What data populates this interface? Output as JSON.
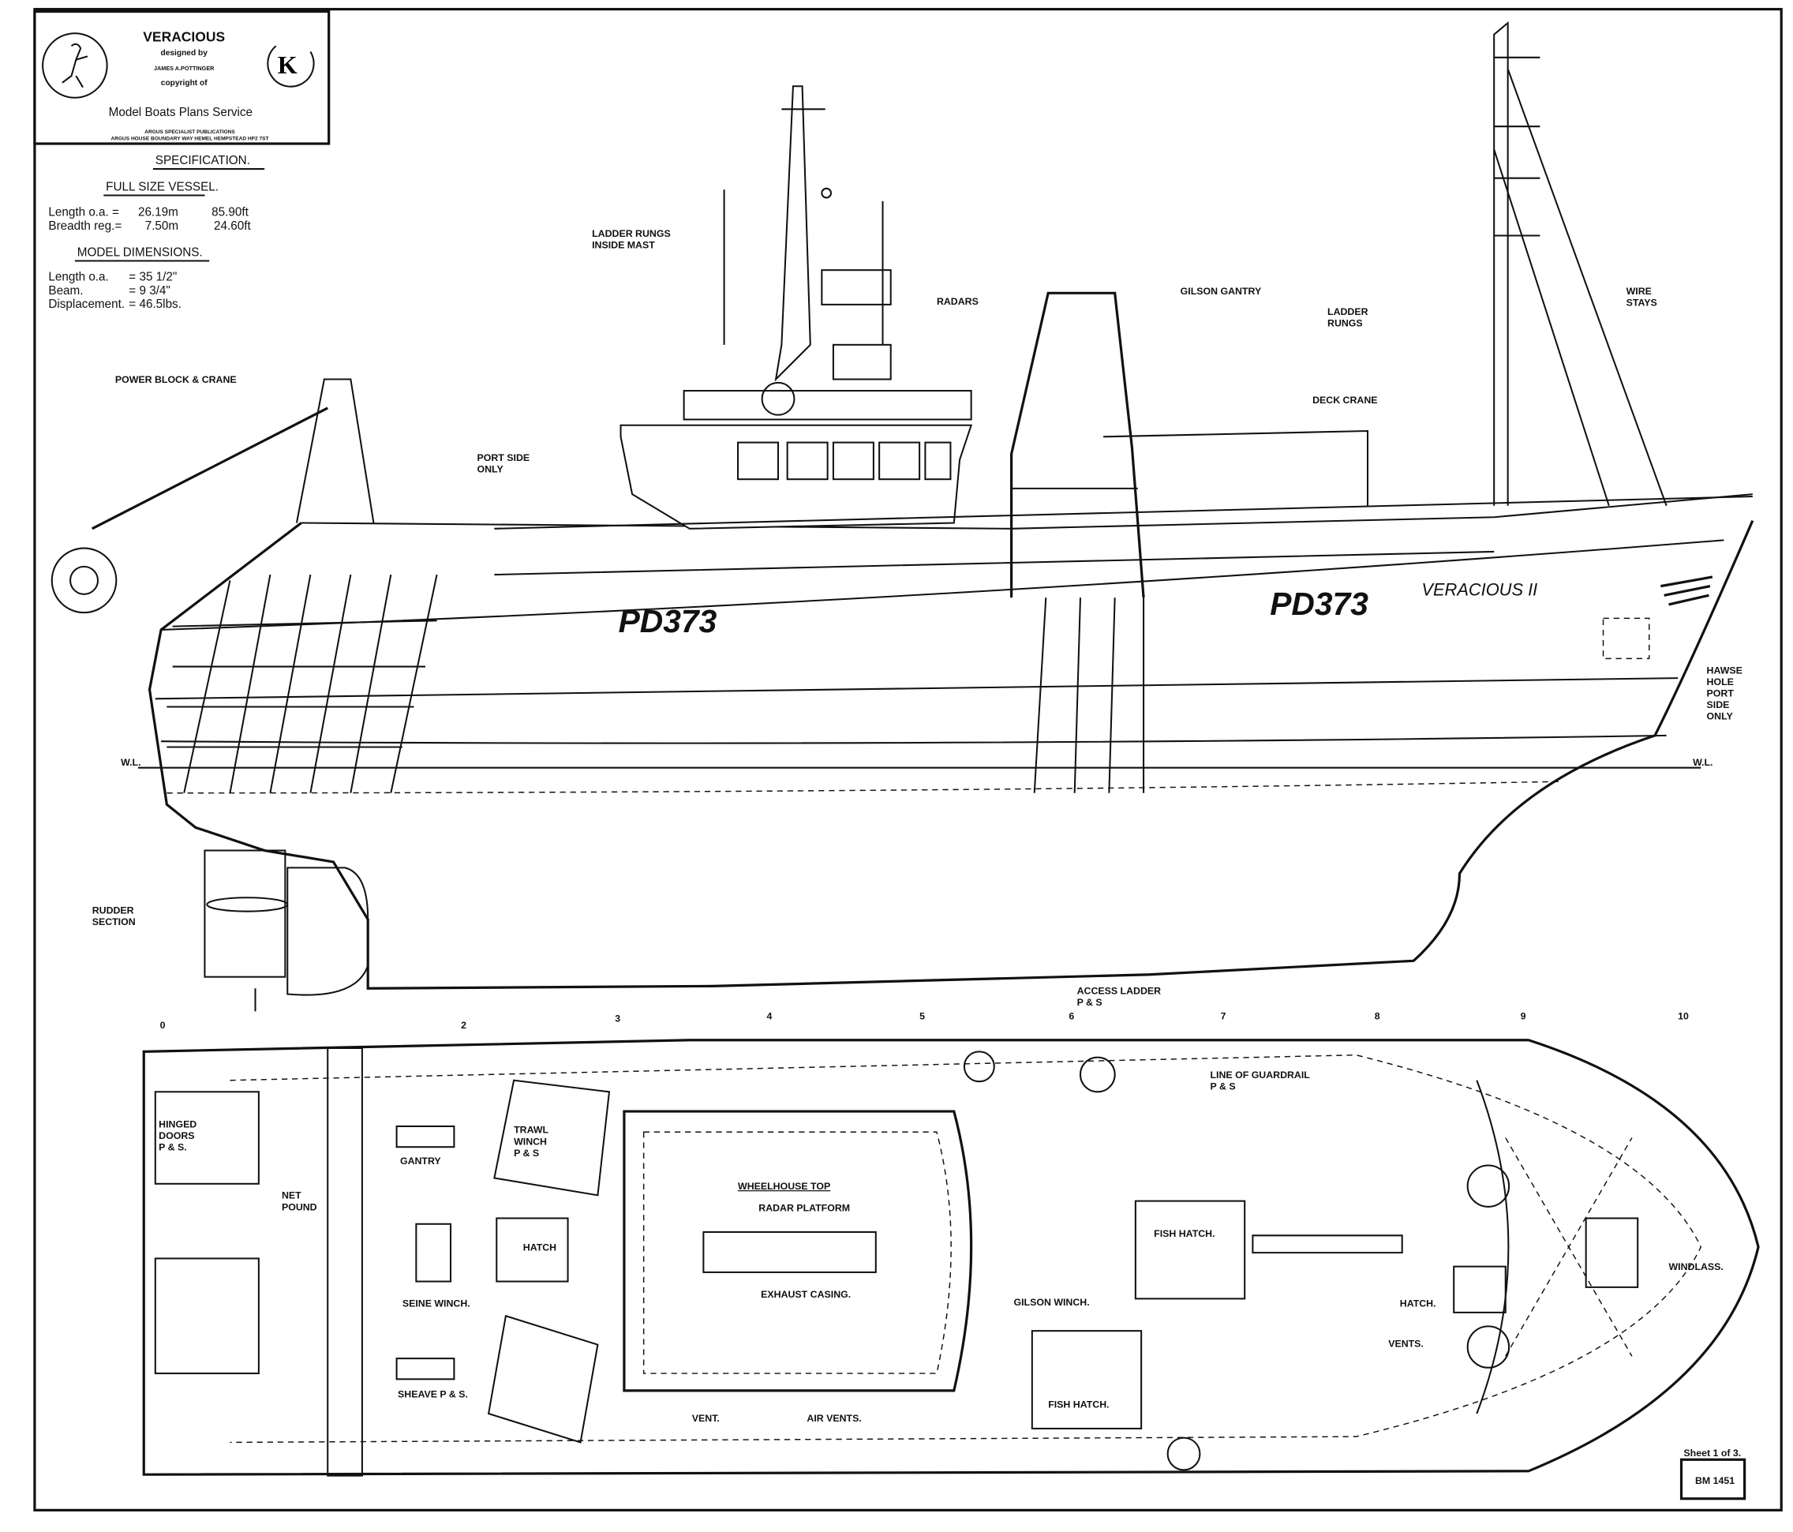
{
  "title_block": {
    "name": "VERACIOUS",
    "designed_by": "designed by",
    "designer": "JAMES A.POTTINGER",
    "copyright": "copyright of",
    "service": "Model Boats Plans Service",
    "publisher": "ARGUS SPECIALIST PUBLICATIONS",
    "address": "ARGUS HOUSE BOUNDARY WAY HEMEL HEMPSTEAD HP2 7ST",
    "logo_letter": "K"
  },
  "specification": {
    "heading": "SPECIFICATION.",
    "full_size_heading": "FULL SIZE VESSEL.",
    "full_size": [
      {
        "label": "Length o.a. =",
        "metric": "26.19m",
        "imperial": "85.90ft"
      },
      {
        "label": "Breadth reg.=",
        "metric": "7.50m",
        "imperial": "24.60ft"
      }
    ],
    "model_heading": "MODEL DIMENSIONS.",
    "model": [
      {
        "label": "Length o.a.",
        "value": "= 35 1/2\""
      },
      {
        "label": "Beam.",
        "value": "= 9 3/4\""
      },
      {
        "label": "Displacement.",
        "value": "= 46.5lbs."
      }
    ]
  },
  "profile_labels": {
    "ladder_rungs_mast_1": "LADDER RUNGS",
    "ladder_rungs_mast_2": "INSIDE MAST",
    "radars": "RADARS",
    "gilson_gantry": "GILSON GANTRY",
    "ladder_rungs_1": "LADDER",
    "ladder_rungs_2": "RUNGS",
    "wire_stays_1": "WIRE",
    "wire_stays_2": "STAYS",
    "power_block": "POWER BLOCK & CRANE",
    "deck_crane": "DECK CRANE",
    "port_side_1": "PORT SIDE",
    "port_side_2": "ONLY",
    "reg_aft": "PD373",
    "reg_fwd": "PD373",
    "boat_name": "VERACIOUS II",
    "hawse_1": "HAWSE",
    "hawse_2": "HOLE",
    "hawse_3": "PORT",
    "hawse_4": "SIDE",
    "hawse_5": "ONLY",
    "wl_left": "W.L.",
    "wl_right": "W.L.",
    "rudder_1": "RUDDER",
    "rudder_2": "SECTION",
    "access_ladder_1": "ACCESS LADDER",
    "access_ladder_2": "P & S"
  },
  "stations": [
    "0",
    "2",
    "3",
    "4",
    "5",
    "6",
    "7",
    "8",
    "9",
    "10"
  ],
  "plan_labels": {
    "guardrail_1": "LINE OF GUARDRAIL",
    "guardrail_2": "P & S",
    "hinged_1": "HINGED",
    "hinged_2": "DOORS",
    "hinged_3": "P & S.",
    "trawl_1": "TRAWL",
    "trawl_2": "WINCH",
    "trawl_3": "P & S",
    "gantry": "GANTRY",
    "wheelhouse_top": "WHEELHOUSE TOP",
    "radar_platform": "RADAR PLATFORM",
    "net_pound_1": "NET",
    "net_pound_2": "POUND",
    "hatch_aft": "HATCH",
    "fish_hatch_1": "FISH HATCH.",
    "windlass": "WINDLASS.",
    "seine_winch": "SEINE WINCH.",
    "exhaust_casing": "EXHAUST CASING.",
    "gilson_winch": "GILSON WINCH.",
    "hatch_fwd": "HATCH.",
    "vents": "VENTS.",
    "sheave": "SHEAVE P & S.",
    "fish_hatch_2": "FISH HATCH.",
    "vent": "VENT.",
    "air_vents": "AIR VENTS."
  },
  "sheet": {
    "sheet_text": "Sheet 1 of 3.",
    "drawing_no": "BM 1451"
  }
}
